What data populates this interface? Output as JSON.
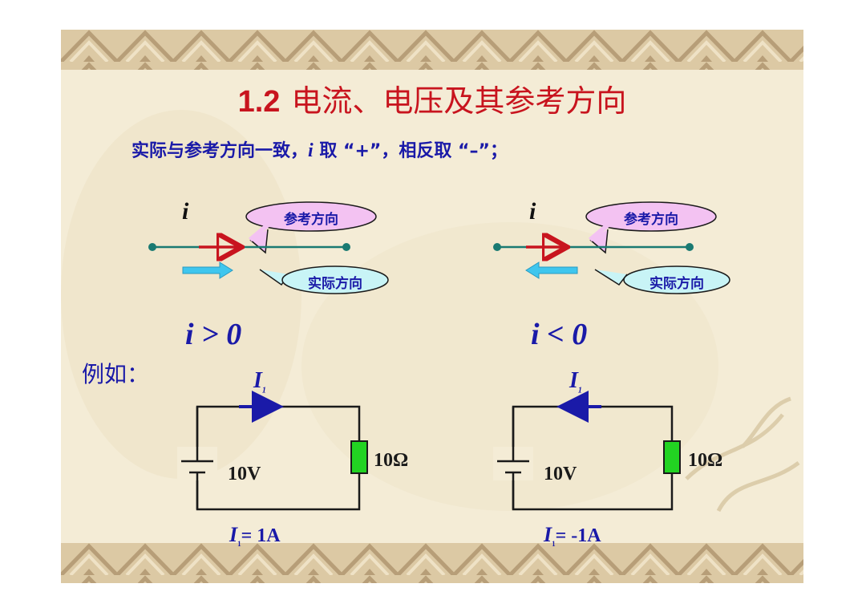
{
  "slide": {
    "title_number": "1.2",
    "title_text": "电流、电压及其参考方向",
    "rule_part1": "实际与参考方向一致，",
    "rule_var": "i",
    "rule_part2": " 取 “",
    "rule_plus": "+",
    "rule_part3": "”，相反取 “",
    "rule_minus": "–",
    "rule_part4": "”；",
    "example_label": "例如："
  },
  "left_diagram": {
    "current_symbol": "i",
    "reference_label": "参考方向",
    "actual_label": "实际方向",
    "condition": "i > 0"
  },
  "right_diagram": {
    "current_symbol": "i",
    "reference_label": "参考方向",
    "actual_label": "实际方向",
    "condition": "i < 0"
  },
  "left_circuit": {
    "current_name": "I",
    "current_sub": "1",
    "voltage": "10V",
    "resistance": "10Ω",
    "result_value": "= 1A"
  },
  "right_circuit": {
    "current_name": "I",
    "current_sub": "1",
    "voltage": "10V",
    "resistance": "10Ω",
    "result_value": "= -1A"
  },
  "colors": {
    "title": "#c8141e",
    "text": "#1a1aa8",
    "wire_teal": "#1a7a72",
    "ref_arrow": "#c8141e",
    "actual_arrow": "#3fc6ee",
    "bubble_pink": "#f3c2f2",
    "bubble_cyan": "#c8f4f6",
    "resistor": "#22d322"
  }
}
